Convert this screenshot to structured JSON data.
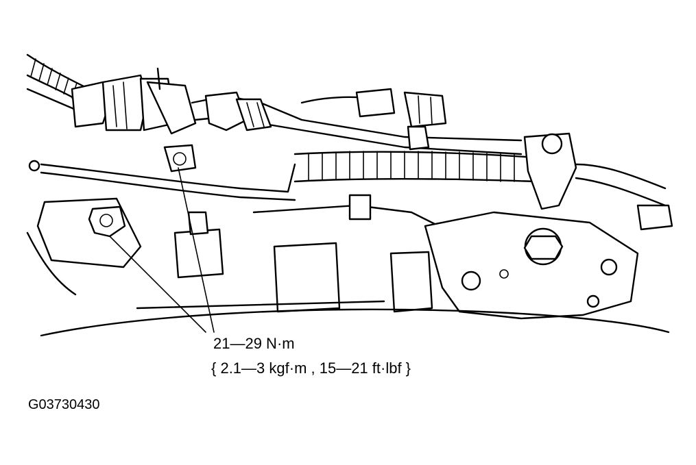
{
  "diagram": {
    "torque_value": "21—29 N·m",
    "torque_alt": "{ 2.1—3 kgf·m , 15—21 ft·lbf }",
    "figure_code": "G03730430"
  },
  "colors": {
    "ink": "#000000",
    "paper": "#ffffff"
  }
}
